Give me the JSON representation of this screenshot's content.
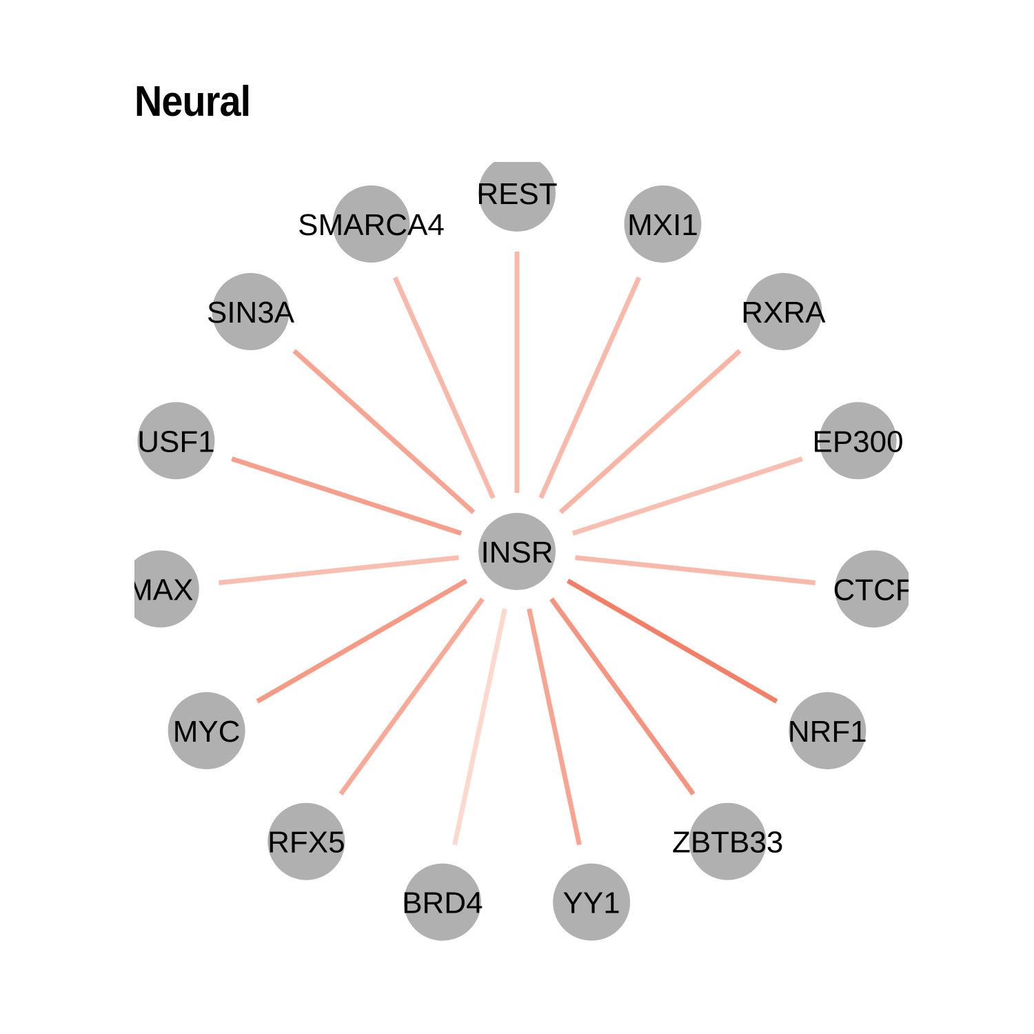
{
  "title": "Neural",
  "colors": {
    "node": "#b0b0b0",
    "edge_light": "#fde8e2",
    "edge_dark": "#f47f66",
    "label": "#000000",
    "background": "#ffffff"
  },
  "network": {
    "center": "INSR",
    "neighbors": [
      {
        "name": "REST",
        "weight": 0.45
      },
      {
        "name": "MXI1",
        "weight": 0.45
      },
      {
        "name": "RXRA",
        "weight": 0.5
      },
      {
        "name": "EP300",
        "weight": 0.4
      },
      {
        "name": "CTCF",
        "weight": 0.45
      },
      {
        "name": "NRF1",
        "weight": 1.0
      },
      {
        "name": "ZBTB33",
        "weight": 0.8
      },
      {
        "name": "YY1",
        "weight": 0.65
      },
      {
        "name": "BRD4",
        "weight": 0.15
      },
      {
        "name": "RFX5",
        "weight": 0.6
      },
      {
        "name": "MYC",
        "weight": 0.75
      },
      {
        "name": "MAX",
        "weight": 0.4
      },
      {
        "name": "USF1",
        "weight": 0.7
      },
      {
        "name": "SIN3A",
        "weight": 0.65
      },
      {
        "name": "SMARCA4",
        "weight": 0.45
      }
    ]
  }
}
